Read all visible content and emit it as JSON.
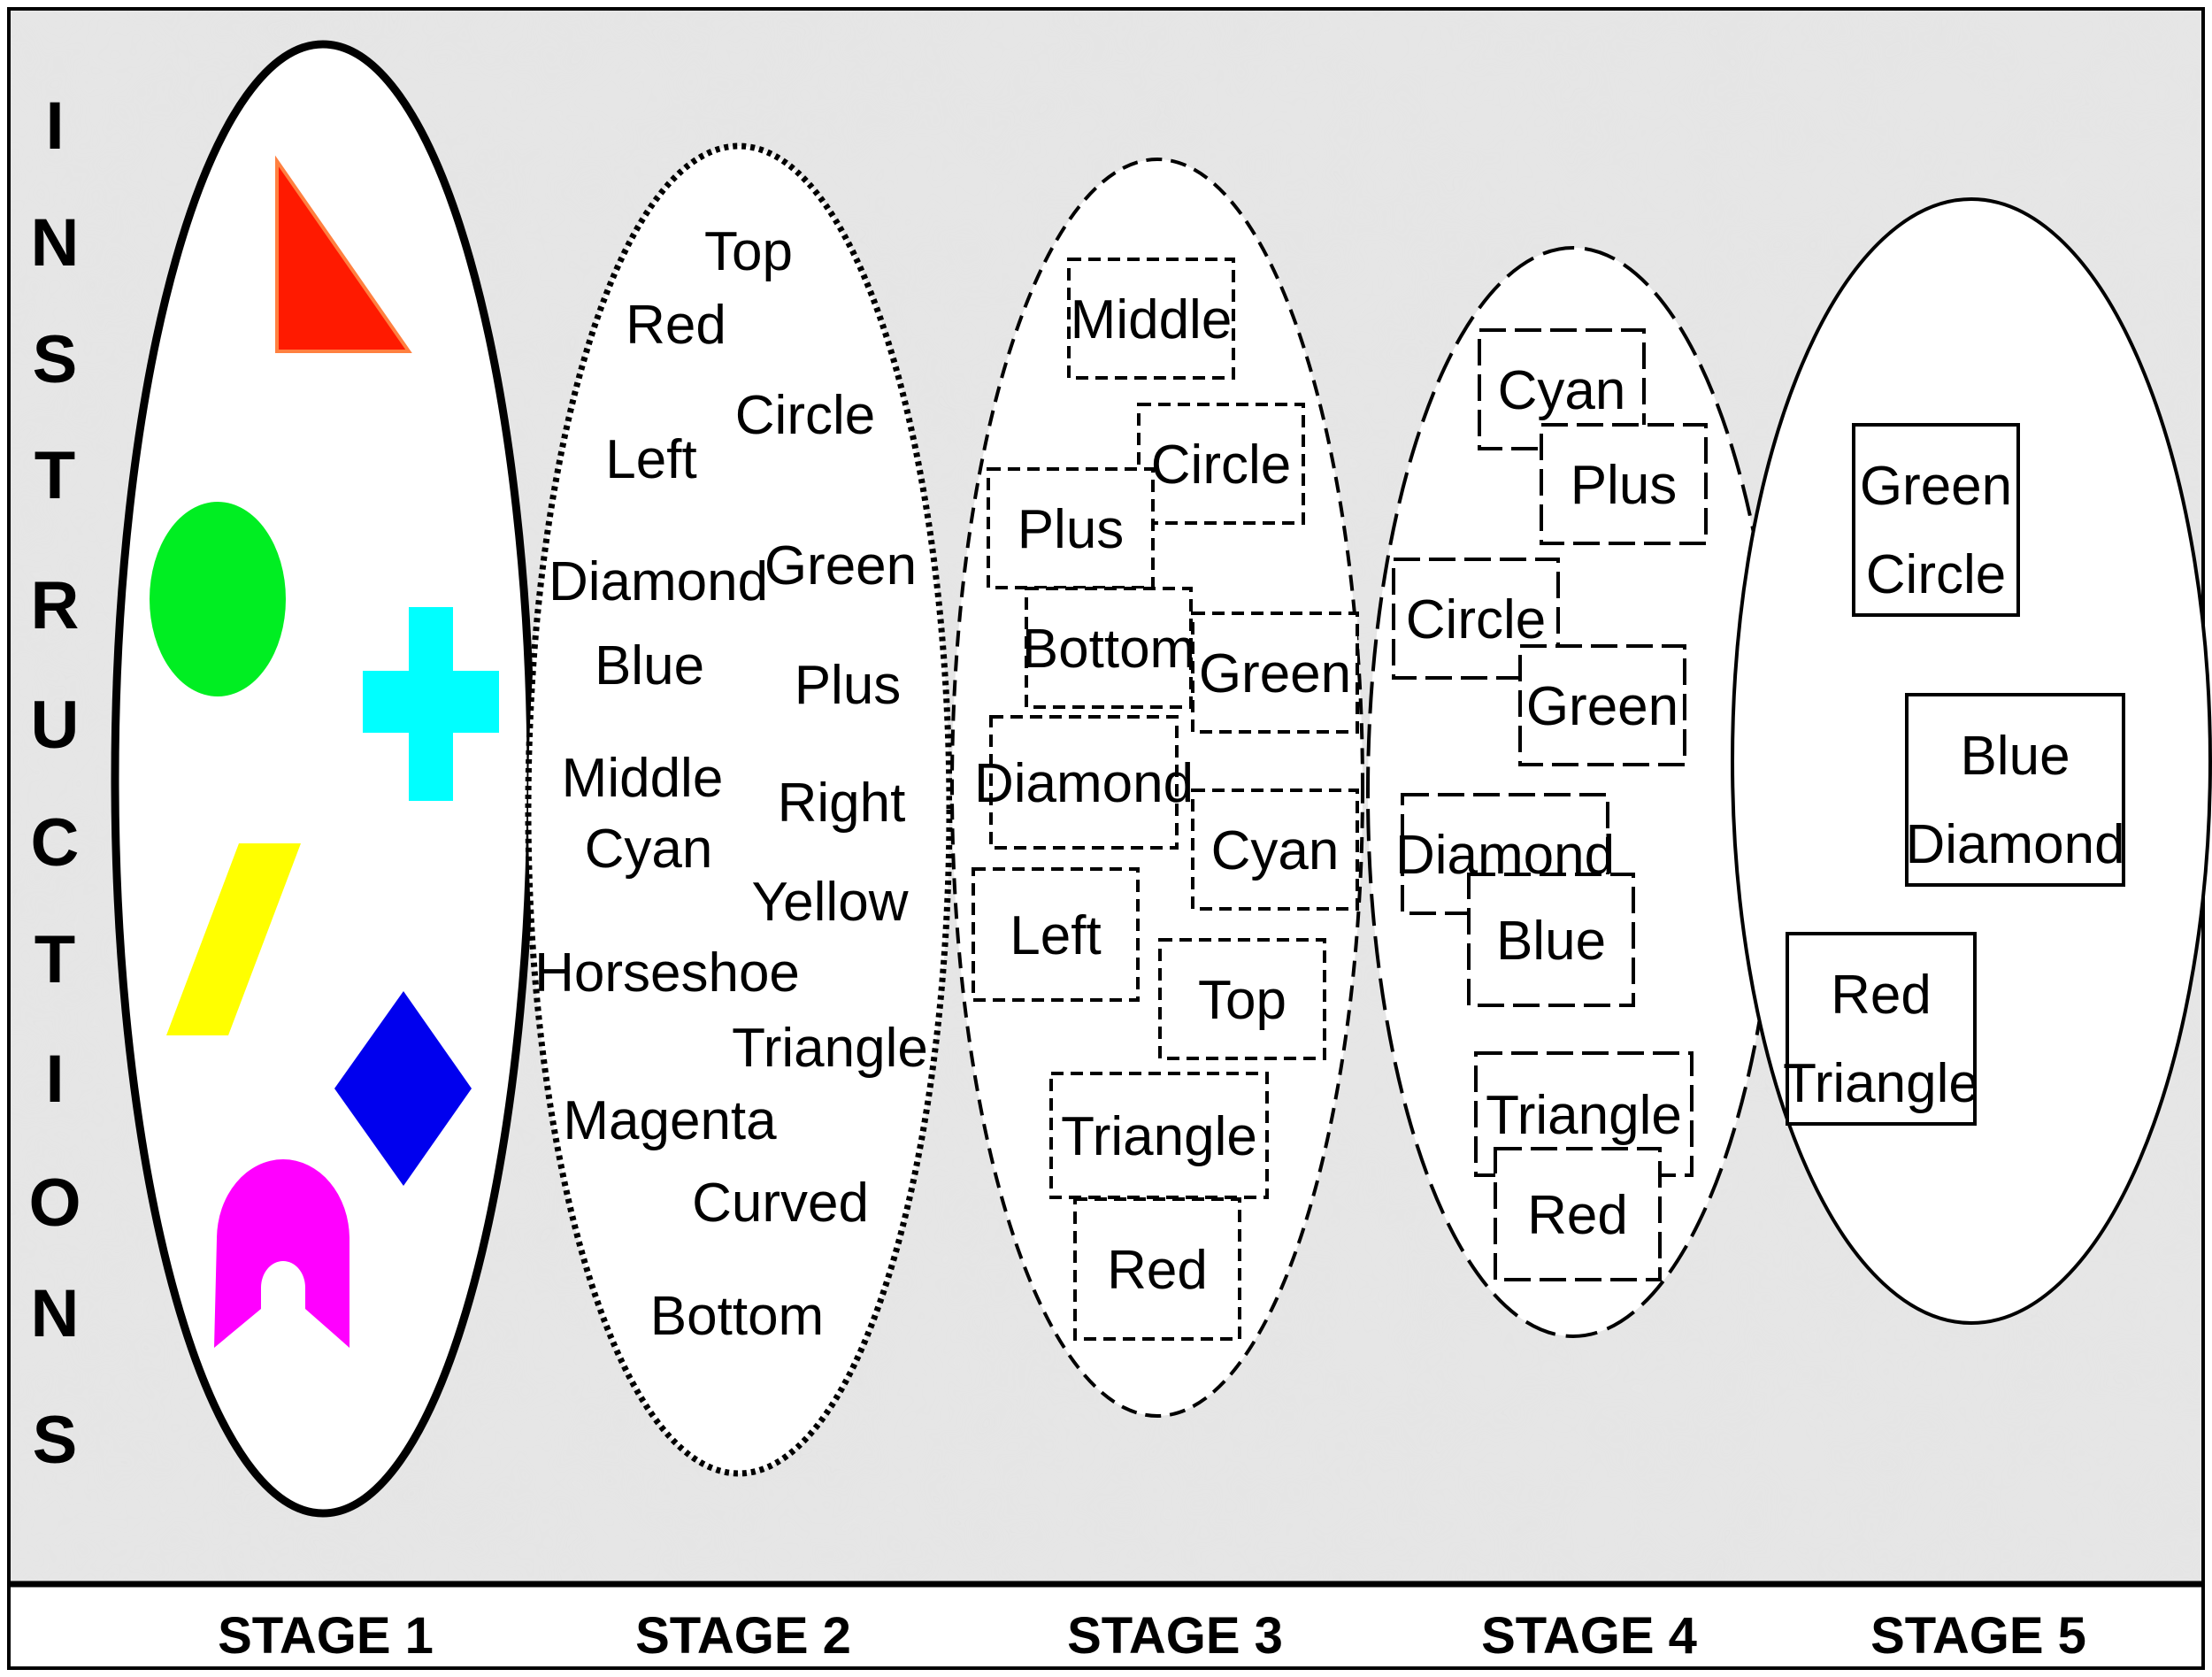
{
  "sidebar": {
    "letters": [
      "I",
      "N",
      "S",
      "T",
      "R",
      "U",
      "C",
      "T",
      "I",
      "O",
      "N",
      "S"
    ]
  },
  "stage1": {
    "shapes": [
      {
        "name": "triangle",
        "color": "#ff1a00",
        "outline": "#ff8040"
      },
      {
        "name": "circle",
        "color": "#00ee22"
      },
      {
        "name": "plus",
        "color": "#00ffff"
      },
      {
        "name": "parallelogram",
        "color": "#ffff00"
      },
      {
        "name": "diamond",
        "color": "#0000ee"
      },
      {
        "name": "horseshoe",
        "color": "#ff00ff"
      }
    ]
  },
  "stage2": {
    "words": [
      "Top",
      "Red",
      "Circle",
      "Left",
      "Diamond",
      "Green",
      "Blue",
      "Plus",
      "Middle",
      "Right",
      "Cyan",
      "Yellow",
      "Horseshoe",
      "Triangle",
      "Magenta",
      "Curved",
      "Bottom"
    ]
  },
  "stage3": {
    "boxes": [
      "Middle",
      "Circle",
      "Plus",
      "Bottom",
      "Green",
      "Diamond",
      "Cyan",
      "Left",
      "Top",
      "Triangle",
      "Red"
    ]
  },
  "stage4": {
    "boxes": [
      "Cyan",
      "Plus",
      "Circle",
      "Green",
      "Diamond",
      "Blue",
      "Triangle",
      "Red"
    ]
  },
  "stage5": {
    "boxes": [
      {
        "line1": "Green",
        "line2": "Circle"
      },
      {
        "line1": "Blue",
        "line2": "Diamond"
      },
      {
        "line1": "Red",
        "line2": "Triangle"
      }
    ]
  },
  "stages": [
    "STAGE 1",
    "STAGE 2",
    "STAGE 3",
    "STAGE 4",
    "STAGE 5"
  ]
}
